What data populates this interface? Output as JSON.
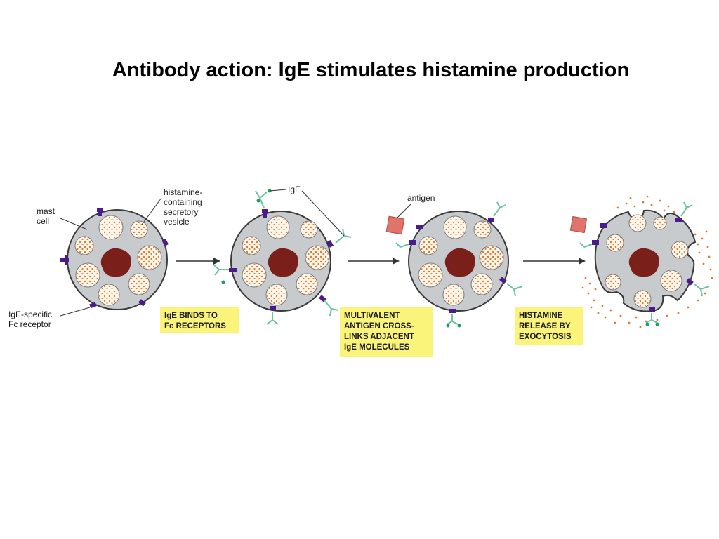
{
  "title": "Antibody action: IgE stimulates histamine production",
  "labels": {
    "mast_cell": [
      "mast",
      "cell"
    ],
    "vesicle": [
      "histamine-",
      "containing",
      "secretory",
      "vesicle"
    ],
    "receptor": [
      "IgE-specific",
      "Fc receptor"
    ],
    "ige": "IgE",
    "antigen": "antigen"
  },
  "steps": [
    {
      "caption": [
        "IgE BINDS TO",
        "Fc RECEPTORS"
      ]
    },
    {
      "caption": [
        "MULTIVALENT",
        "ANTIGEN CROSS-",
        "LINKS ADJACENT",
        "IgE MOLECULES"
      ]
    },
    {
      "caption": [
        "HISTAMINE",
        "RELEASE BY",
        "EXOCYTOSIS"
      ]
    }
  ],
  "colors": {
    "cell_fill": "#c8cbcd",
    "cell_stroke": "#3a3a3a",
    "nucleus": "#7a1f1a",
    "vesicle_fill": "#fdf6ea",
    "granule": "#e07a2e",
    "receptor": "#4b1a8c",
    "ige": "#6cc3a0",
    "ige_tip": "#1aa05a",
    "antigen": "#e0736a",
    "caption_bg": "#fbf47a"
  }
}
